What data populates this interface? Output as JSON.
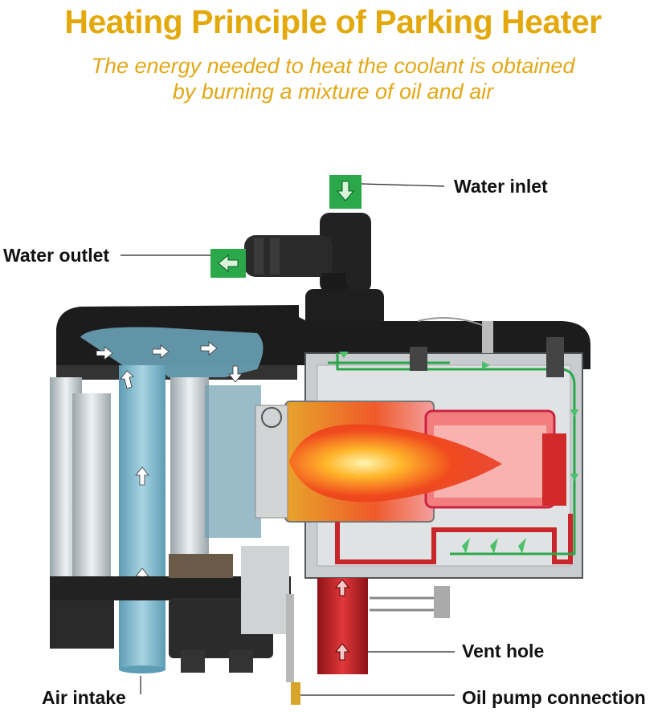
{
  "header": {
    "title": "Heating Principle of Parking Heater",
    "subtitle_line1": "The energy needed to heat the coolant is obtained",
    "subtitle_line2": "by burning a mixture of oil and air"
  },
  "labels": {
    "water_inlet": "Water inlet",
    "water_outlet": "Water outlet",
    "vent_hole": "Vent hole",
    "air_intake": "Air intake",
    "oil_pump_connection": "Oil pump connection"
  },
  "colors": {
    "title": "#e3a90c",
    "subtitle": "#e2a818",
    "water_arrow": "#2aa84a",
    "air_flow": "#7fb9cf",
    "flame": "#f04a1e",
    "exhaust": "#c8262a",
    "housing": "#1c1c1c"
  }
}
